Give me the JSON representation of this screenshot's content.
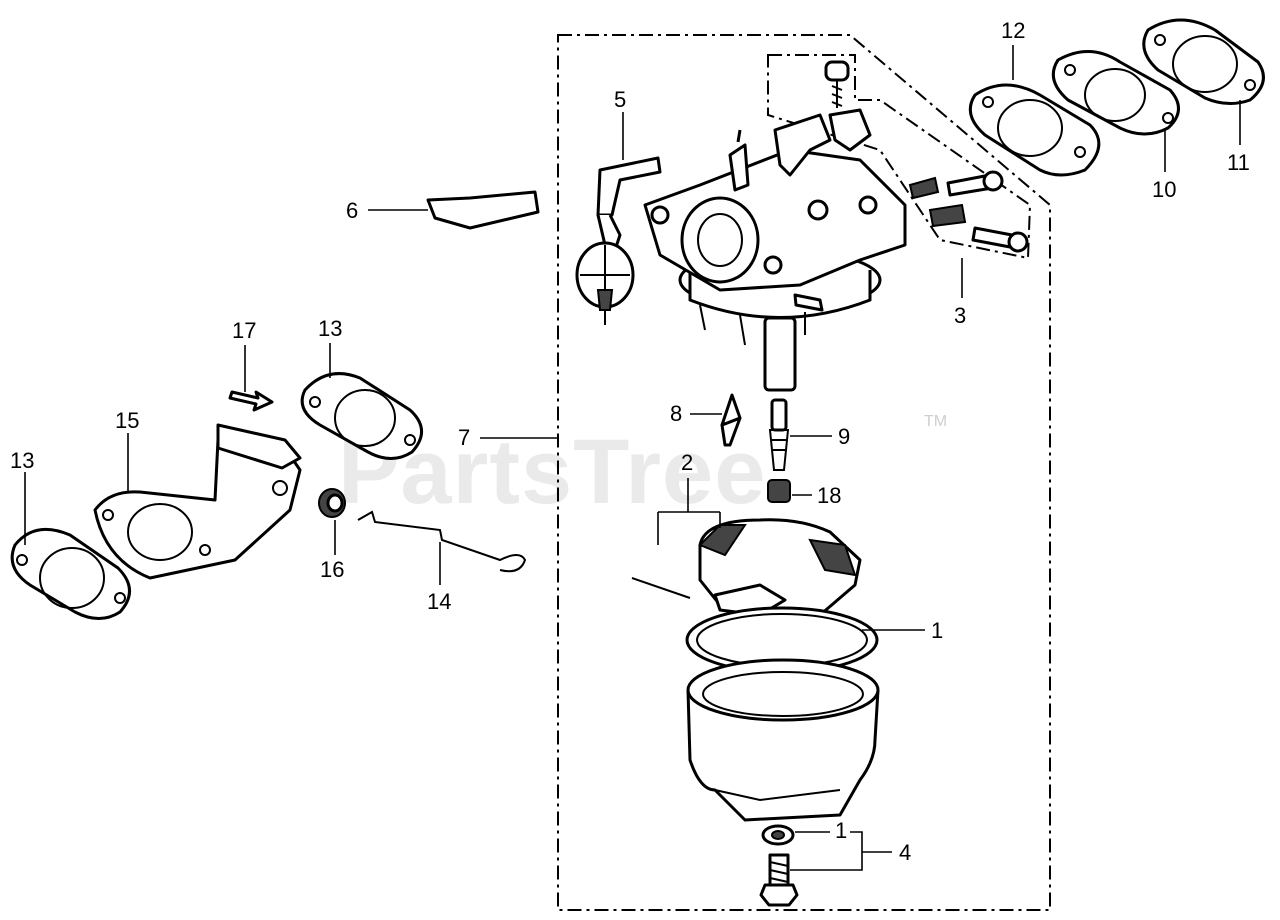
{
  "watermark": {
    "text": "PartsTree",
    "tm": "TM"
  },
  "callouts": {
    "c1a": "1",
    "c1b": "1",
    "c2": "2",
    "c3": "3",
    "c4": "4",
    "c5": "5",
    "c6": "6",
    "c7": "7",
    "c8": "8",
    "c9": "9",
    "c10": "10",
    "c11": "11",
    "c12": "12",
    "c13a": "13",
    "c13b": "13",
    "c14": "14",
    "c15": "15",
    "c16": "16",
    "c17": "17",
    "c18": "18"
  }
}
